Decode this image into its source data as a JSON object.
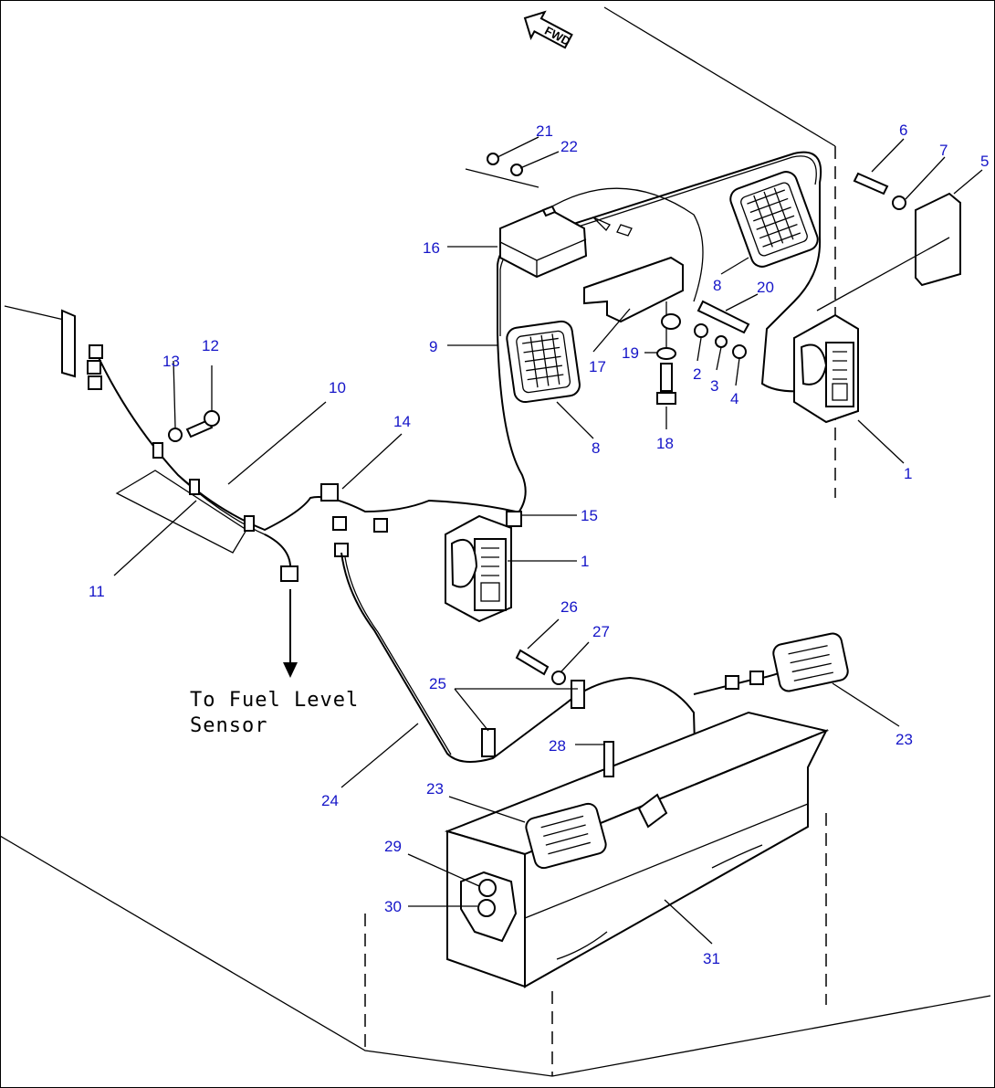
{
  "diagram": {
    "direction_label": "FWD",
    "note": {
      "line1": "To Fuel Level",
      "line2": "Sensor"
    },
    "callouts": [
      {
        "id": "c21",
        "text": "21"
      },
      {
        "id": "c22",
        "text": "22"
      },
      {
        "id": "c16",
        "text": "16"
      },
      {
        "id": "c6",
        "text": "6"
      },
      {
        "id": "c7",
        "text": "7"
      },
      {
        "id": "c5",
        "text": "5"
      },
      {
        "id": "c8a",
        "text": "8"
      },
      {
        "id": "c20",
        "text": "20"
      },
      {
        "id": "c9",
        "text": "9"
      },
      {
        "id": "c17",
        "text": "17"
      },
      {
        "id": "c19",
        "text": "19"
      },
      {
        "id": "c2",
        "text": "2"
      },
      {
        "id": "c3",
        "text": "3"
      },
      {
        "id": "c4",
        "text": "4"
      },
      {
        "id": "c18",
        "text": "18"
      },
      {
        "id": "c8b",
        "text": "8"
      },
      {
        "id": "c1a",
        "text": "1"
      },
      {
        "id": "c13",
        "text": "13"
      },
      {
        "id": "c12",
        "text": "12"
      },
      {
        "id": "c10",
        "text": "10"
      },
      {
        "id": "c14",
        "text": "14"
      },
      {
        "id": "c15",
        "text": "15"
      },
      {
        "id": "c1b",
        "text": "1"
      },
      {
        "id": "c11",
        "text": "11"
      },
      {
        "id": "c26",
        "text": "26"
      },
      {
        "id": "c27",
        "text": "27"
      },
      {
        "id": "c25",
        "text": "25"
      },
      {
        "id": "c23a",
        "text": "23"
      },
      {
        "id": "c28",
        "text": "28"
      },
      {
        "id": "c24",
        "text": "24"
      },
      {
        "id": "c23b",
        "text": "23"
      },
      {
        "id": "c29",
        "text": "29"
      },
      {
        "id": "c30",
        "text": "30"
      },
      {
        "id": "c31",
        "text": "31"
      }
    ]
  }
}
